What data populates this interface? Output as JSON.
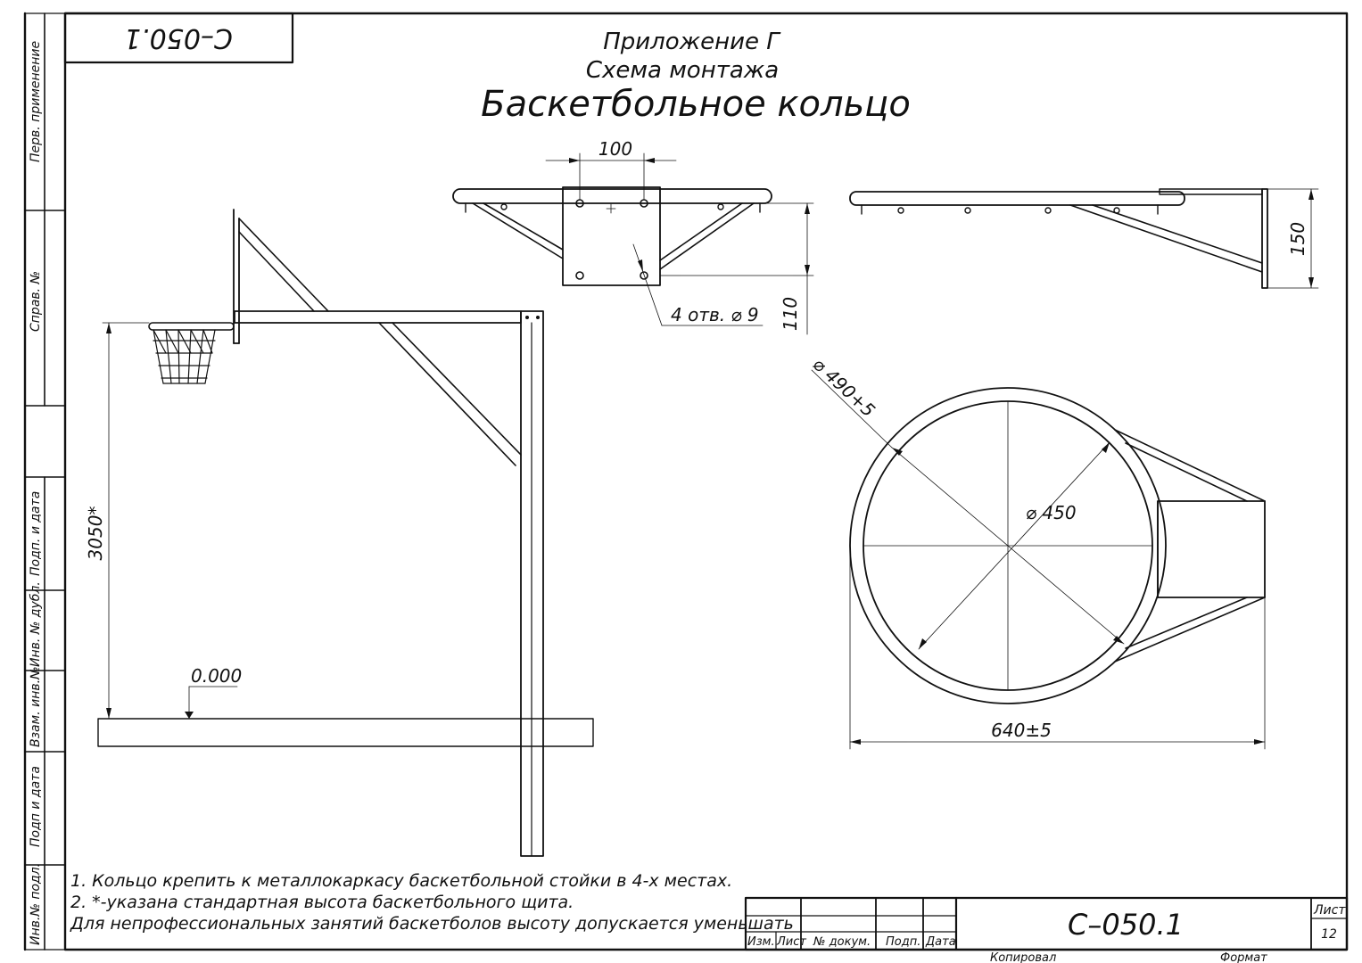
{
  "stamp_code": "С–050.1",
  "header": {
    "appendix": "Приложение Г",
    "subtitle": "Схема монтажа",
    "title": "Баскетбольное кольцо"
  },
  "side_frame": {
    "labels": [
      "Перв. применение",
      "Справ. №",
      "Подп. и дата",
      "Инв. № дубл.",
      "Взам. инв.№",
      "Подп и дата",
      "Инв.№ подл."
    ]
  },
  "dimensions": {
    "bolt_spacing": "100",
    "plate_height": "110",
    "holes": "4 отв.",
    "hole_diameter": "9",
    "bracket_height": "150",
    "outer_ring": "490",
    "outer_ring_tol": "+5",
    "inner_ring": "450",
    "overall_length": "640",
    "overall_tol": "±5",
    "rim_height": "3050*",
    "ground_level": "0.000"
  },
  "notes": [
    "1.   Кольцо крепить к металлокаркасу баскетбольной стойки в 4-х местах.",
    "2.   *-указана стандартная высота баскетбольного щита.",
    "Для непрофессиональных занятий баскетболов высоту допускается уменьшать"
  ],
  "title_block": {
    "col_labels": [
      "Изм.",
      "Лист",
      "№ докум.",
      "Подп.",
      "Дата"
    ],
    "code": "С–050.1",
    "sheet_label": "Лист",
    "sheet_number": "12",
    "copied_label": "Копировал",
    "format_label": "Формат"
  }
}
